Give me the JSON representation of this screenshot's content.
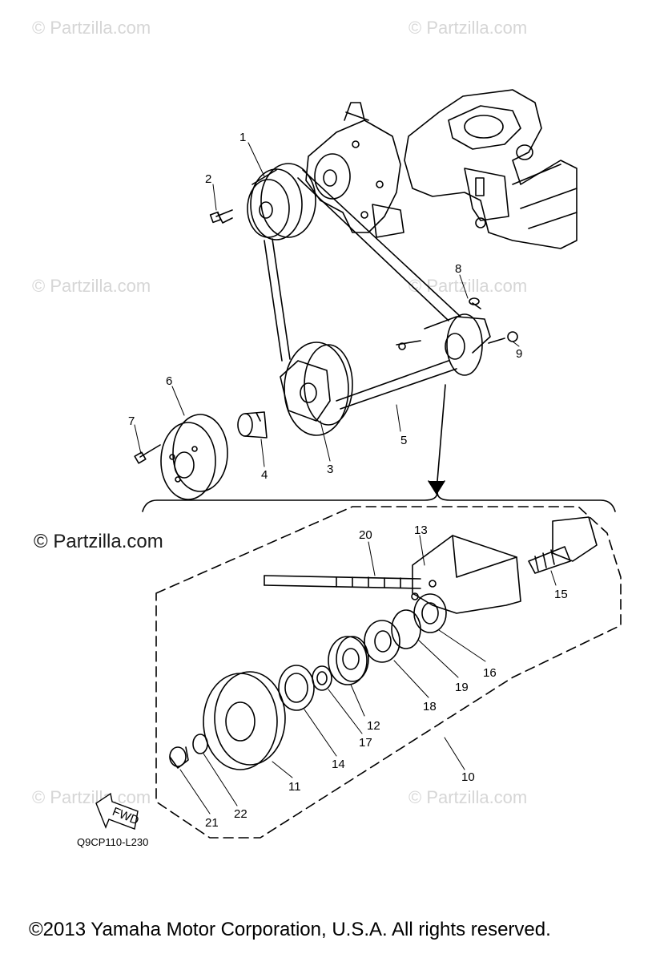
{
  "watermark_text": "© Partzilla.com",
  "diagram_code": "Q9CP110-L230",
  "fwd_label": "FWD",
  "copyright": "©2013  Yamaha Motor Corporation, U.S.A. All rights reserved.",
  "callouts": [
    "1",
    "2",
    "3",
    "4",
    "5",
    "6",
    "7",
    "8",
    "9",
    "10",
    "11",
    "12",
    "13",
    "14",
    "15",
    "16",
    "17",
    "18",
    "19",
    "20",
    "21",
    "22"
  ]
}
